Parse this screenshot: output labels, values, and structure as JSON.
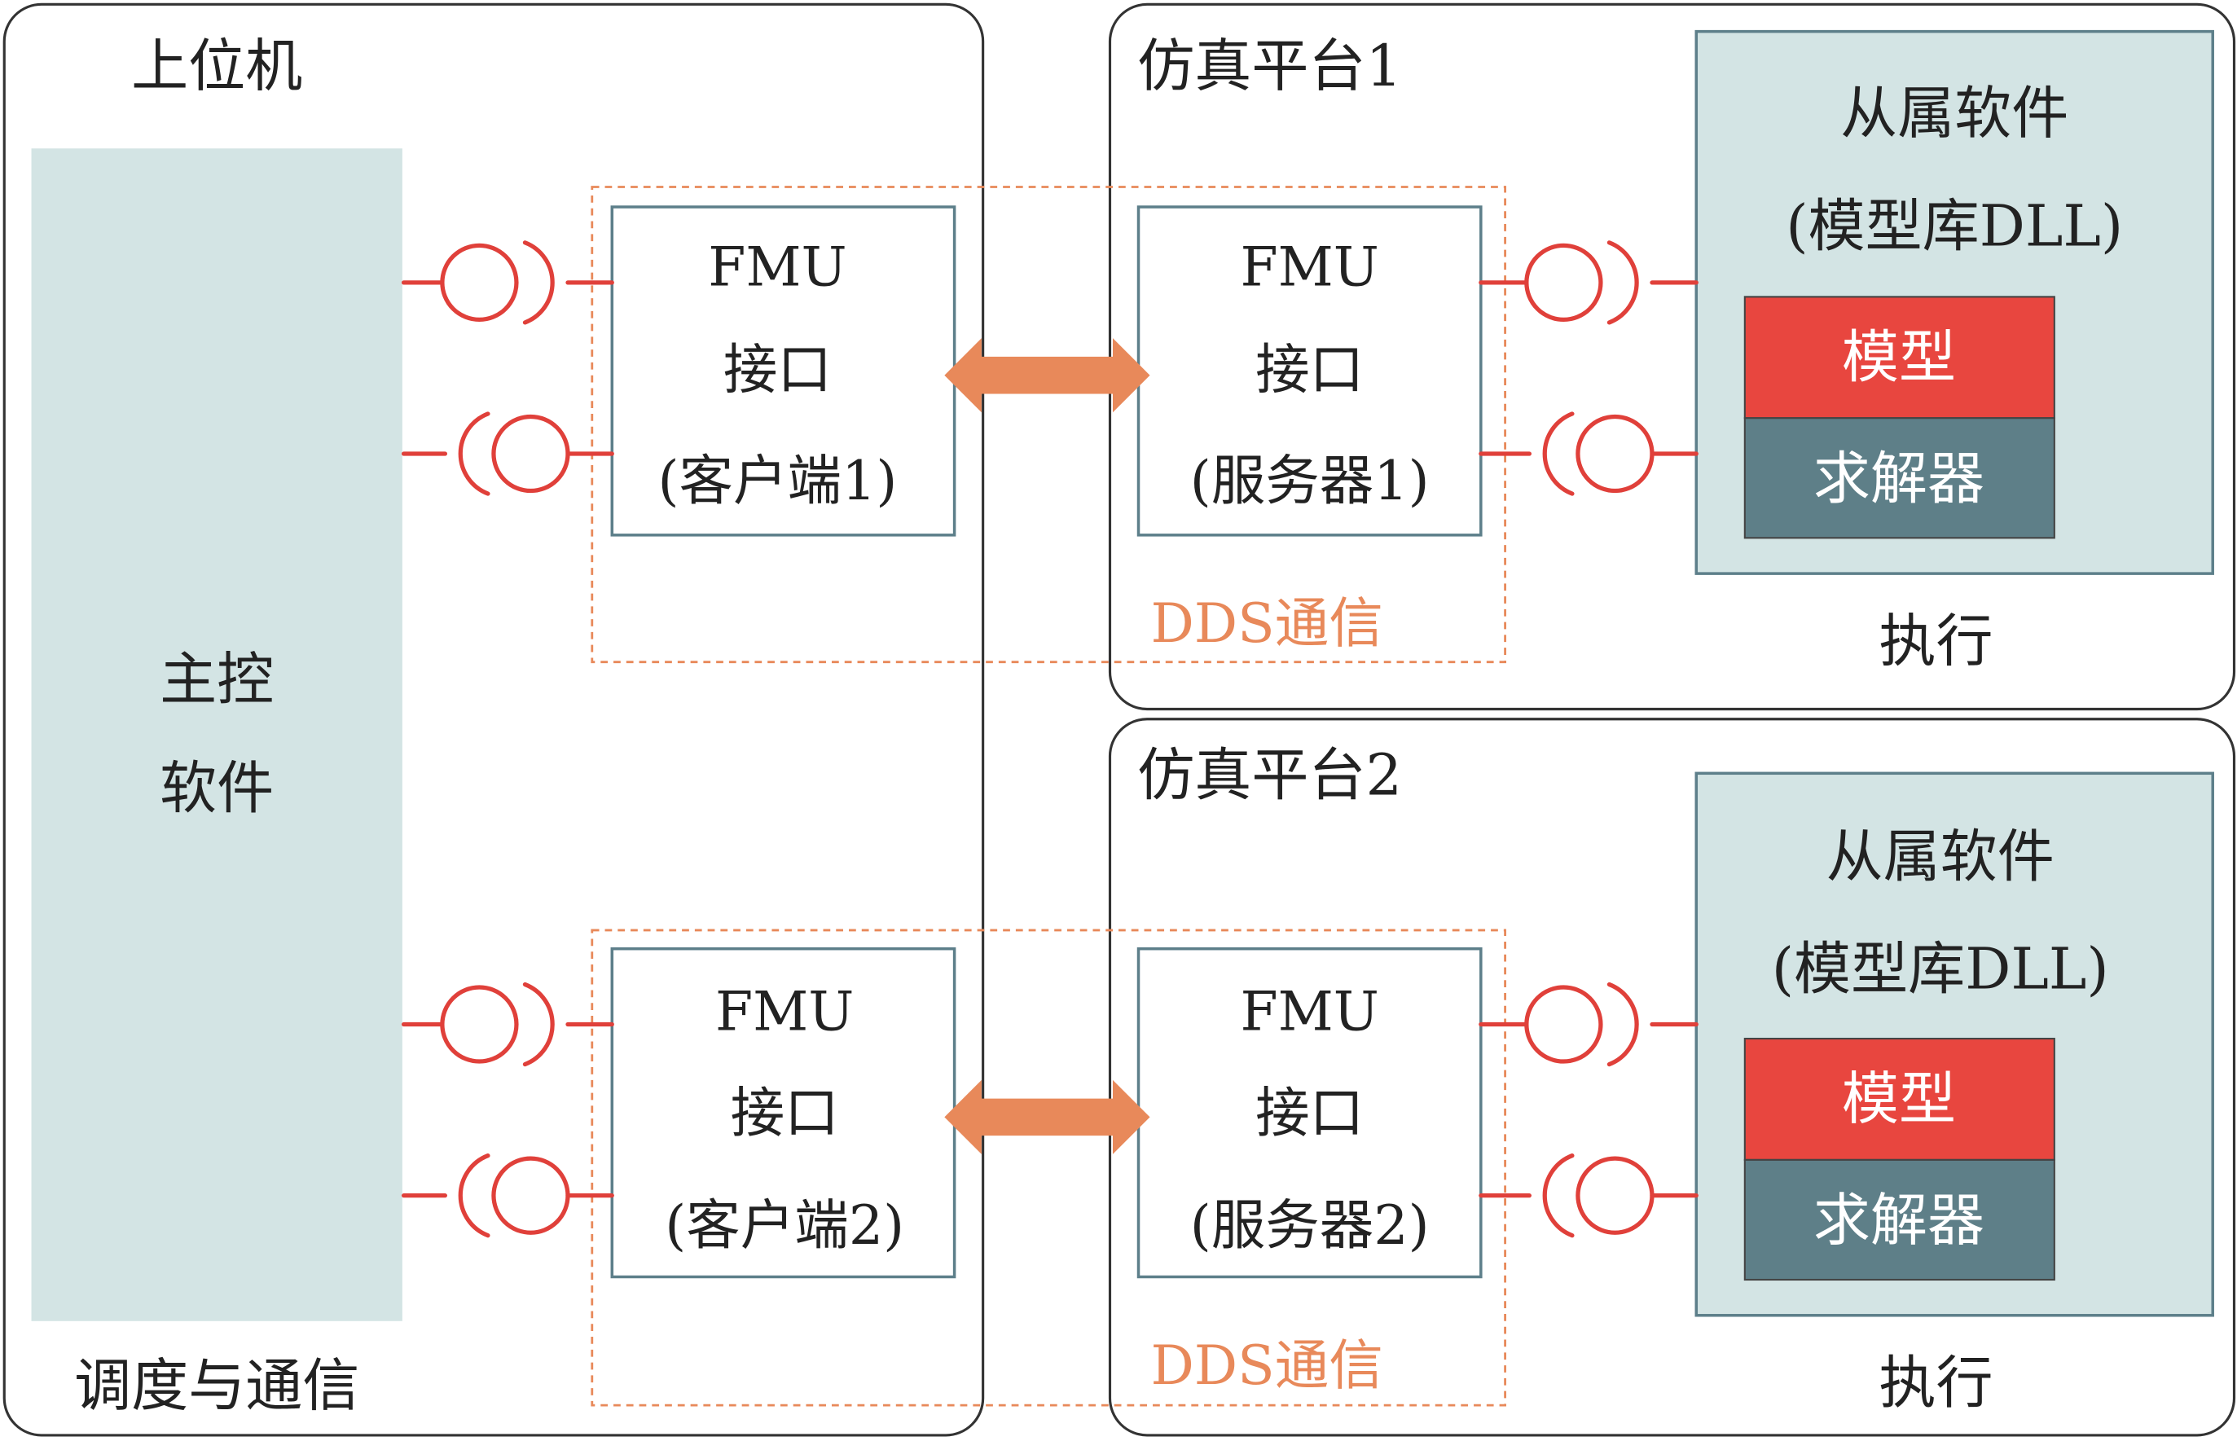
{
  "host": {
    "title": "上位机",
    "main_software": [
      "主控",
      "软件"
    ],
    "footer": "调度与通信"
  },
  "platforms": [
    {
      "title": "仿真平台1",
      "client": [
        "FMU",
        "接口",
        "(客户端1)"
      ],
      "server": [
        "FMU",
        "接口",
        "(服务器1)"
      ],
      "comm_label": "DDS通信",
      "slave": [
        "从属软件",
        "(模型库DLL)"
      ],
      "model": "模型",
      "solver": "求解器",
      "footer": "执行"
    },
    {
      "title": "仿真平台2",
      "client": [
        "FMU",
        "接口",
        "(客户端2)"
      ],
      "server": [
        "FMU",
        "接口",
        "(服务器2)"
      ],
      "comm_label": "DDS通信",
      "slave": [
        "从属软件",
        "(模型库DLL)"
      ],
      "model": "模型",
      "solver": "求解器",
      "footer": "执行"
    }
  ],
  "colors": {
    "panel_fill": "#d3e4e4",
    "box_stroke": "#5d7f8a",
    "socket_red": "#e0403a",
    "dds_orange": "#e8895a",
    "model_red": "#e8463f",
    "solver_teal": "#5e7f88",
    "frame_stroke": "#333333",
    "text_dark": "#222222",
    "text_white": "#ffffff"
  }
}
